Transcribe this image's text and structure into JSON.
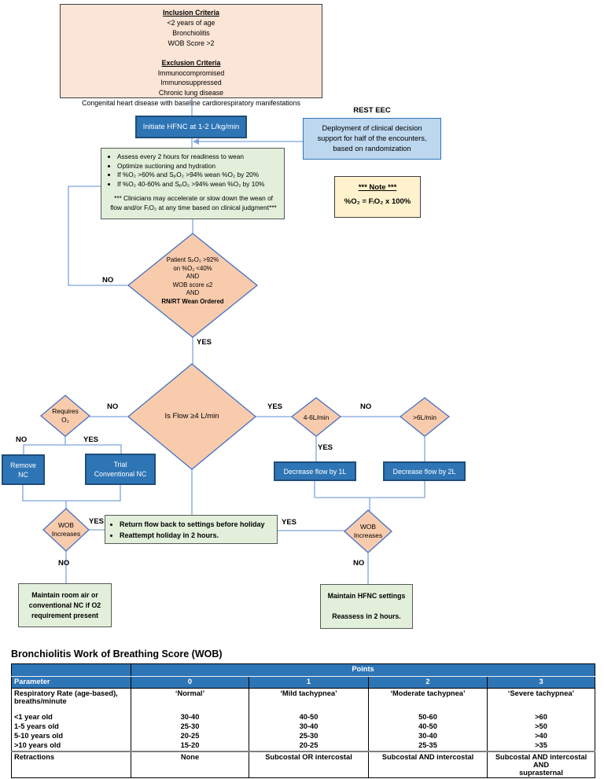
{
  "colors": {
    "peach_box": "#FBE5D6",
    "diamond_fill": "#F8CBAD",
    "diamond_border": "#4472C4",
    "dark_blue_box": "#2E75B6",
    "light_blue_box": "#BDD7EE",
    "green_box": "#E2EFDA",
    "yellow_note": "#FFF2CC",
    "table_header": "#2E75B6",
    "connector": "#7FA3DC"
  },
  "flow": {
    "criteria_box": {
      "inclusion_title": "Inclusion Criteria",
      "inclusion_1": "<2 years of age",
      "inclusion_2": "Bronchiolitis",
      "inclusion_3": "WOB Score >2",
      "exclusion_title": "Exclusion Criteria",
      "exclusion_1": "Immunocompromised",
      "exclusion_2": "Immunosuppressed",
      "exclusion_3": "Chronic lung disease",
      "exclusion_4": "Congenital heart disease with baseline cardiorespiratory manifestations"
    },
    "initiate_box": "Initiate HFNC at 1-2 L/kg/min",
    "rest_eec": {
      "title": "REST EEC",
      "text": "Deployment of clinical decision\nsupport for half of the encounters,\nbased on randomization"
    },
    "assess_box": {
      "bullet_1": "Assess every 2 hours for readiness to wean",
      "bullet_2": "Optimize suctioning and hydration",
      "bullet_3": "If %O₂ >60% and SₚO₂ >94% wean %O₂ by 20%",
      "bullet_4": "If %O₂ 40-60% and SₚO₂ >94% wean %O₂ by 10%",
      "note": "*** Clinicians may accelerate or slow down the wean of\nflow and/or FᵢO₂ at any time based on clinical judgment***"
    },
    "note_box": {
      "title": "*** Note ***",
      "formula": "%O₂ = FᵢO₂ x 100%"
    },
    "wean_ready_diamond": {
      "lines": "Patient SₚO₂ >92%\non %O₂ <40%\nAND\nWOB score ≤2\nAND",
      "bold_line": "RN/RT Wean Ordered"
    },
    "flow_diamond": "Is Flow ≥4 L/min",
    "requires_o2_diamond": "Requires\nO₂",
    "flow_4_6_diamond": "4-6L/min",
    "flow_gt6_diamond": ">6L/min",
    "wob_increases_left": "WOB\nIncreases",
    "wob_increases_right": "WOB\nIncreases",
    "remove_nc_box": "Remove\nNC",
    "trial_nc_box": "Trial\nConventional NC",
    "decrease_1l_box": "Decrease flow by 1L",
    "decrease_2l_box": "Decrease flow by 2L",
    "holiday_box": {
      "bullet_1": "Return flow back to settings before holiday",
      "bullet_2": "Reattempt holiday in 2 hours."
    },
    "maintain_left_box": "Maintain room air or\nconventional NC if O2\nrequirement present",
    "maintain_right_box": "Maintain HFNC settings\n\nReassess in 2 hours.",
    "labels": {
      "yes": "YES",
      "no": "NO"
    }
  },
  "wob_table": {
    "title": "Bronchiolitis Work of Breathing Score (WOB)",
    "corner": "",
    "points_header": "Points",
    "columns": [
      "Parameter",
      "0",
      "1",
      "2",
      "3"
    ],
    "resp_row": {
      "param": "Respiratory Rate (age-based),\nbreaths/minute",
      "values": [
        "‘Normal’",
        "‘Mild tachypnea’",
        "‘Moderate tachypnea’",
        "‘Severe tachypnea’"
      ]
    },
    "age_rows": [
      {
        "param": "<1 year old",
        "values": [
          "30-40",
          "40-50",
          "50-60",
          ">60"
        ]
      },
      {
        "param": "1-5 years old",
        "values": [
          "25-30",
          "30-40",
          "40-50",
          ">50"
        ]
      },
      {
        "param": "5-10 years old",
        "values": [
          "20-25",
          "25-30",
          "30-40",
          ">40"
        ]
      },
      {
        "param": ">10 years old",
        "values": [
          "15-20",
          "20-25",
          "25-35",
          ">35"
        ]
      }
    ],
    "retractions_row": {
      "param": "Retractions",
      "values": [
        "None",
        "Subcostal OR intercostal",
        "Subcostal AND intercostal",
        "Subcostal AND intercostal AND\nsuprasternal"
      ]
    }
  }
}
